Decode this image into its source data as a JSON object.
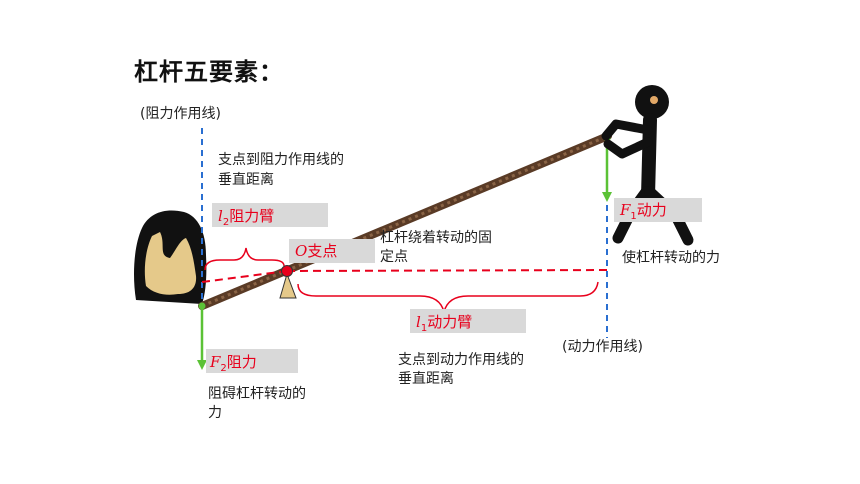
{
  "title": "杠杆五要素：",
  "annotations": {
    "resistance_line": "(阻力作用线)",
    "effort_line": "(动力作用线)",
    "resistance_arm_desc_1": "支点到阻力作用线的",
    "resistance_arm_desc_2": "垂直距离",
    "fulcrum_desc_1": "杠杆绕着转动的固",
    "fulcrum_desc_2": "定点",
    "effort_force_desc": "使杠杆转动的力",
    "effort_arm_desc_1": "支点到动力作用线的",
    "effort_arm_desc_2": "垂直距离",
    "resistance_force_desc_1": "阻碍杠杆转动的",
    "resistance_force_desc_2": "力"
  },
  "labels": {
    "l2_symbol": "l",
    "l2_sub": "2",
    "l2_text": "阻力臂",
    "o_symbol": "O",
    "o_text": "支点",
    "f1_symbol": "F",
    "f1_sub": "1",
    "f1_text": "动力",
    "l1_symbol": "l",
    "l1_sub": "1",
    "l1_text": "动力臂",
    "f2_symbol": "F",
    "f2_sub": "2",
    "f2_text": "阻力"
  },
  "colors": {
    "line_of_action": "#2a6fd1",
    "arm": "#e8001c",
    "force": "#5bc236",
    "lever": "#6b4a32",
    "rock": "#e5c98a",
    "label_box": "#d9d9d9"
  }
}
